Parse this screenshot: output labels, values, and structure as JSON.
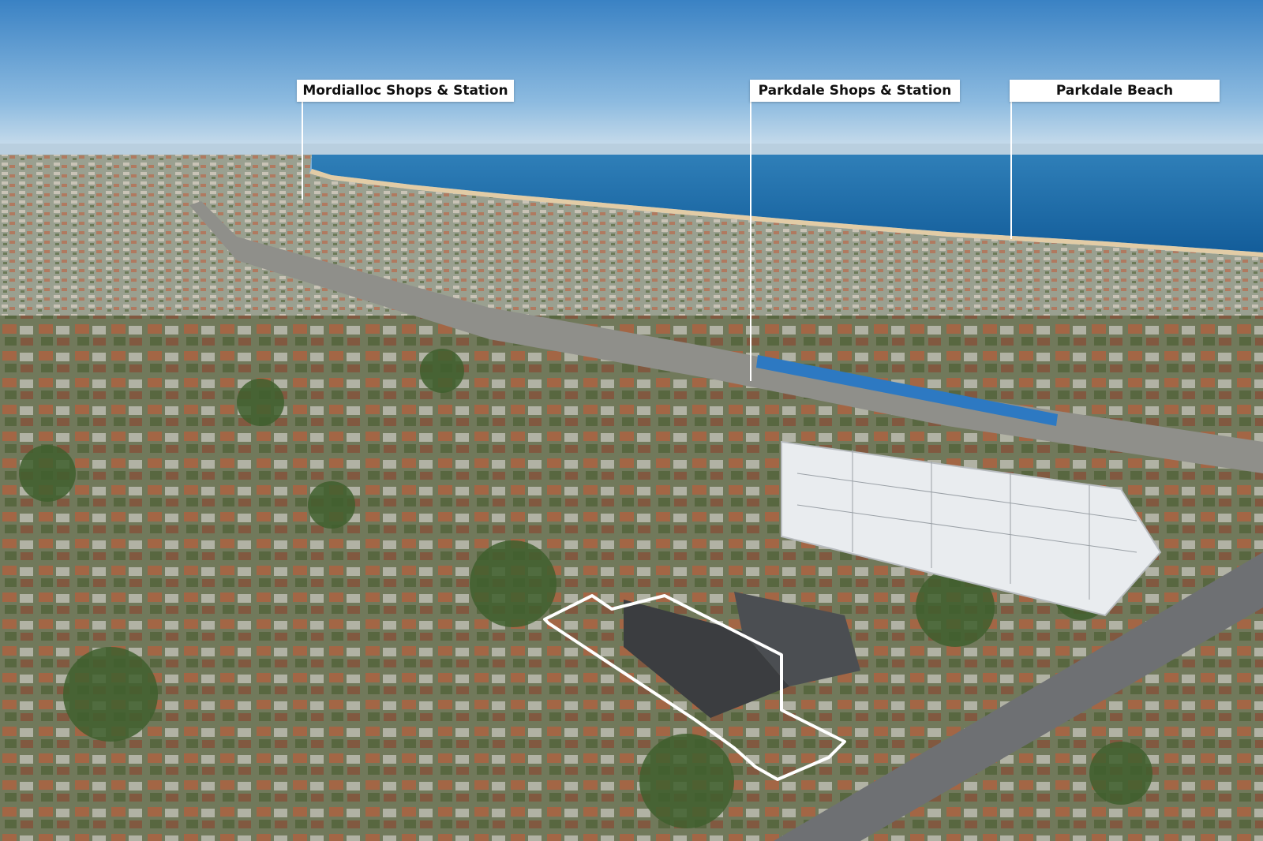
{
  "callouts": [
    {
      "label": "Mordialloc Shops & Station"
    },
    {
      "label": "Parkdale Shops & Station"
    },
    {
      "label": "Parkdale Beach"
    }
  ],
  "colors": {
    "sky_top": "#3c86c6",
    "sky_horizon": "#c8dcea",
    "sea": "#1c6aa8",
    "sand": "#e3c9a0",
    "suburb": "#8a8a78",
    "trees": "#4f6e3a",
    "outline": "#ffffff",
    "label_bg": "#ffffff",
    "label_text": "#111111"
  },
  "icons": [
    "property-boundary-outline",
    "leader-line"
  ]
}
